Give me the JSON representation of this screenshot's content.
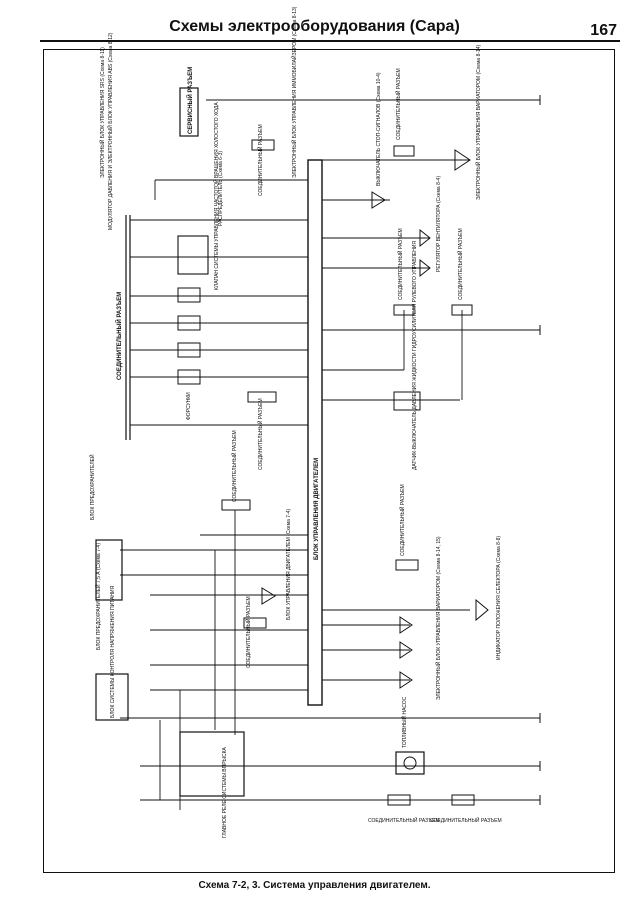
{
  "header": {
    "title": "Схемы электрооборудования (Сара)",
    "page_number": "167"
  },
  "caption": "Схема 7-2, 3. Система управления двигателем.",
  "labels": {
    "service_connector": "СЕРВИСНЫЙ РАЗЪЕМ",
    "srs_unit": "ЭЛЕКТРОННЫЙ БЛОК УПРАВЛЕНИЯ SRS (Схема 8-11)",
    "abs_unit": "МОДУЛЯТОР ДАВЛЕНИЯ И ЭЛЕКТРОННЫЙ БЛОК УПРАВЛЕНИЯ ABS (Схема 8-12)",
    "immobilizer_unit": "ЭЛЕКТРОННЫЙ БЛОК УПРАВЛЕНИЯ ИММОБИЛАЙЗЕРОМ (Схема 8-13)",
    "distributor": "РАСПРЕДЕЛИТЕЛЬ (Схема 6-3)",
    "idle_control": "КЛАПАН СИСТЕМЫ УПРАВЛЕНИЯ ЧАСТОТОЙ ВРАЩЕНИЯ ХОЛОСТОГО ХОДА",
    "connector": "СОЕДИНИТЕЛЬНЫЙ РАЗЪЕМ",
    "injectors": "ФОРСУНКИ",
    "engine_ecu": "БЛОК УПРАВЛЕНИЯ ДВИГАТЕЛЕМ",
    "cvt_unit": "ЭЛЕКТРОННЫЙ БЛОК УПРАВЛЕНИЯ ВАРИАТОРОМ (Схема 8-14)",
    "brake_switch": "ВЫКЛЮЧАТЕЛЬ СТОП-СИГНАЛОВ (Схема 10-4)",
    "fan_control": "РЕГУЛЯТОР ВЕНТИЛЯТОРА (Схема 8-4)",
    "ps_pressure_switch": "ДАТЧИК-ВЫКЛЮЧАТЕЛЬ ДАВЛЕНИЯ ЖИДКОСТИ ГИДРОУСИЛИТЕЛЯ РУЛЕВОГО УПРАВЛЕНИЯ",
    "fuse_box": "БЛОК ПРЕДОХРАНИТЕЛЕЙ",
    "fuse_block": "БЛОК ПРЕДОХРАНИТЕЛЕЙ 7,5 А (Схема 7-4)",
    "engine_unit": "БЛОК УПРАВЛЕНИЯ ДВИГАТЕЛЕМ (Схема 7-4)",
    "power_control": "БЛОК СИСТЕМЫ КОНТРОЛЯ НАПРЯЖЕНИЯ ПИТАНИЯ",
    "main_relay": "ГЛАВНОЕ РЕЛЕ СИСТЕМЫ ВПРЫСКА",
    "fuel_pump": "ТОПЛИВНЫЙ НАСОС",
    "selector_indicator": "ИНДИКАТОР ПОЛОЖЕНИЯ СЕЛЕКТОРА (Схема 8-8)",
    "cvt_unit_2": "ЭЛЕКТРОННЫЙ БЛОК УПРАВЛЕНИЯ ВАРИАТОРОМ (Схема 8-14, 15)"
  }
}
